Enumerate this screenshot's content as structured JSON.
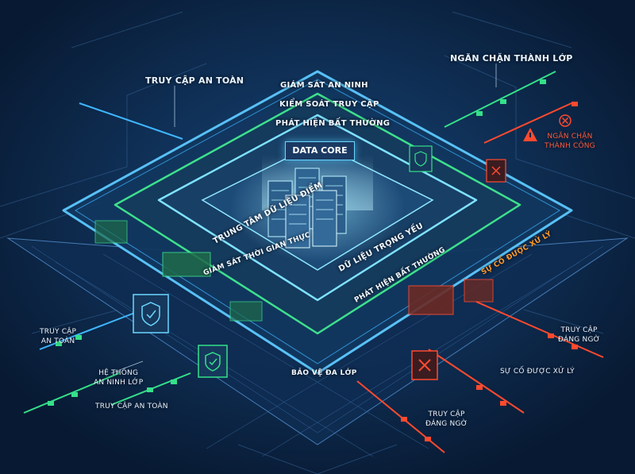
{
  "core": {
    "title": "DATA CORE"
  },
  "rings": {
    "outer_top": "GIÁM SÁT AN NINH",
    "middle_top": "KIỂM SOÁT TRUY CẬP",
    "inner_top": "PHÁT HIỆN BẤT THƯỜNG",
    "inner_left": "TRUNG TÂM DỮ LIỆU ĐIỂM",
    "inner_right": "DỮ LIỆU TRỌNG YẾU",
    "middle_left": "GIÁM SÁT THỜI GIAN THỰC",
    "middle_right": "PHÁT HIỆN BẤT THƯỜNG",
    "outer_right": "SỰ CỐ ĐƯỢC XỬ LÝ",
    "outer_bottom": "BẢO VỆ ĐA LỚP"
  },
  "callouts": {
    "top_left": "TRUY CẬP AN TOÀN",
    "top_right": "NGĂN CHẶN THÀNH LỚP",
    "right_success": "NGĂN CHẶN\nTHÀNH CÔNG",
    "left_access": "TRUY CẬP\nAN TOÀN",
    "left_system": "HỆ THỐNG\nAN NINH LỚP",
    "left_bottom": "TRUY CẬP AN TOÀN",
    "right_threat": "TRUY CẬP\nĐÁNG NGỜ",
    "right_handled": "SỰ CỐ ĐƯỢC XỬ LÝ",
    "bottom_threat": "TRUY CẬP\nĐÁNG NGỜ"
  },
  "colors": {
    "background": "#0b2445",
    "safe": "#35e08a",
    "core_glow": "#6ad7ff",
    "threat": "#ff4a2e",
    "warning": "#ff9a2a"
  },
  "icons": [
    "shield-check-icon",
    "warning-triangle-icon",
    "block-x-icon",
    "server-rack-icon"
  ]
}
